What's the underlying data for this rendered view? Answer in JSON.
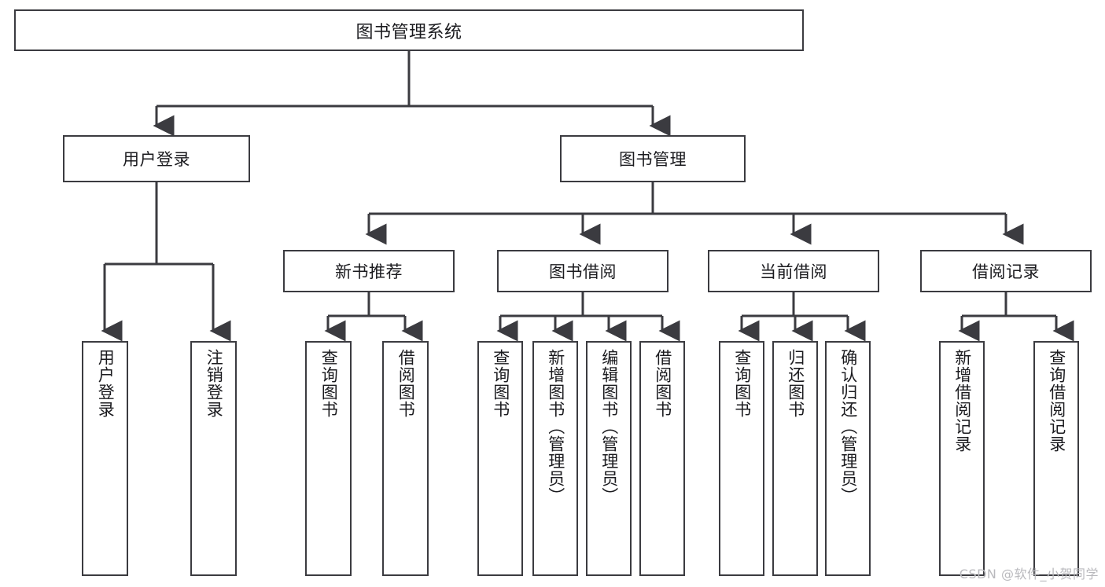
{
  "diagram": {
    "title": "图书管理系统",
    "type": "hierarchy-tree",
    "colors": {
      "background": "#ffffff",
      "line": "#3b3b40",
      "box_border": "#3b3b40",
      "box_fill": "#ffffff",
      "text": "#1b1b1f",
      "watermark": "#b9b9bd"
    },
    "root": {
      "label": "图书管理系统"
    },
    "level1": [
      {
        "label": "用户登录"
      },
      {
        "label": "图书管理"
      }
    ],
    "level2": [
      {
        "label": "新书推荐"
      },
      {
        "label": "图书借阅"
      },
      {
        "label": "当前借阅"
      },
      {
        "label": "借阅记录"
      }
    ],
    "leaves": {
      "user_login": [
        {
          "label": "用户登录"
        },
        {
          "label": "注销登录"
        }
      ],
      "new_book_recommend": [
        {
          "label": "查询图书"
        },
        {
          "label": "借阅图书"
        }
      ],
      "book_borrow": [
        {
          "label": "查询图书"
        },
        {
          "label": "新增图书（管理员）"
        },
        {
          "label": "编辑图书（管理员）"
        },
        {
          "label": "借阅图书"
        }
      ],
      "current_borrow": [
        {
          "label": "查询图书"
        },
        {
          "label": "归还图书"
        },
        {
          "label": "确认归还（管理员）"
        }
      ],
      "borrow_record": [
        {
          "label": "新增借阅记录"
        },
        {
          "label": "查询借阅记录"
        }
      ]
    },
    "watermark": "CSDN @软件_小贺同学"
  }
}
